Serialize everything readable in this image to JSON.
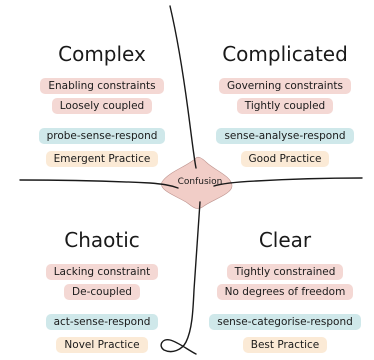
{
  "diagram": {
    "confusion": "Confusion",
    "complex": {
      "title": "Complex",
      "line1": "Enabling constraints",
      "line2": "Loosely coupled",
      "response": "probe-sense-respond",
      "practice": "Emergent Practice"
    },
    "complicated": {
      "title": "Complicated",
      "line1": "Governing constraints",
      "line2": "Tightly coupled",
      "response": "sense-analyse-respond",
      "practice": "Good Practice"
    },
    "chaotic": {
      "title": "Chaotic",
      "line1": "Lacking constraint",
      "line2": "De-coupled",
      "response": "act-sense-respond",
      "practice": "Novel Practice"
    },
    "clear": {
      "title": "Clear",
      "line1": "Tightly constrained",
      "line2": "No degrees of freedom",
      "response": "sense-categorise-respond",
      "practice": "Best Practice"
    },
    "colors": {
      "stroke": "#1a1a1a",
      "confusion_fill": "#f0c8c2",
      "characteristics_band": "#f4d8d4",
      "response_band": "#cfe8ea",
      "practice_band": "#fbead6"
    }
  }
}
